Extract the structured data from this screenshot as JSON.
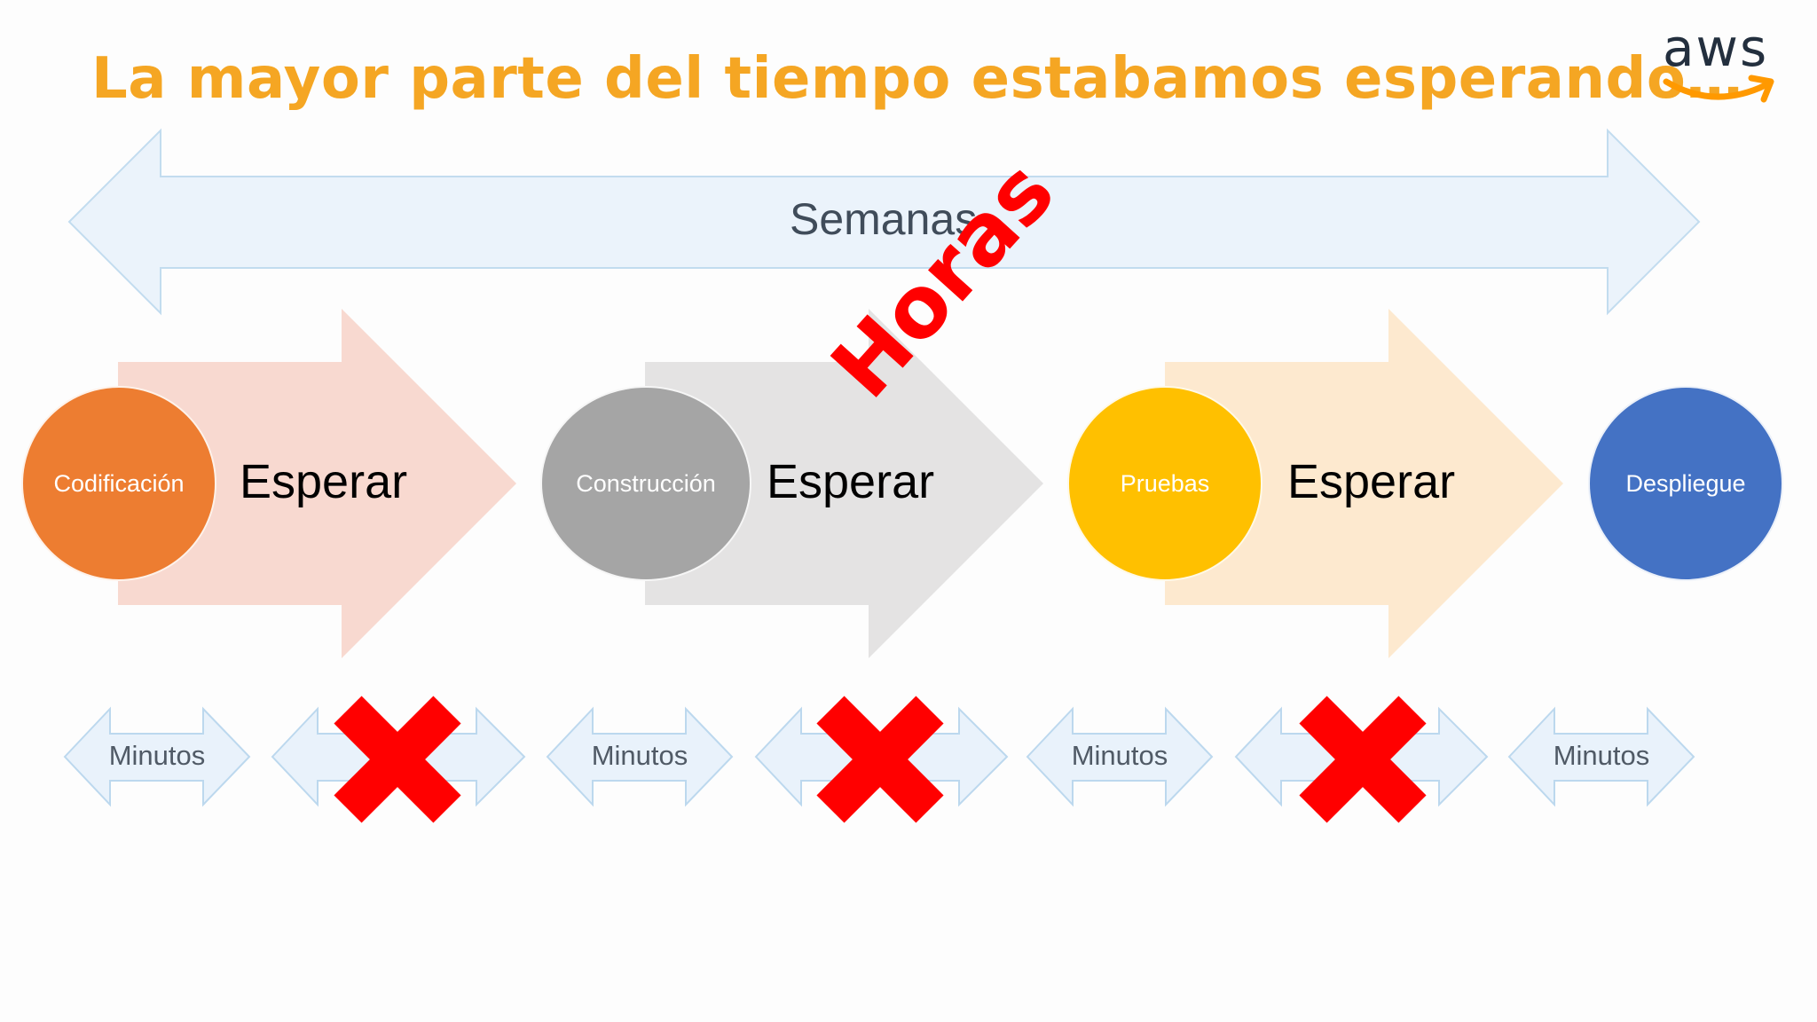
{
  "slide": {
    "title": "La mayor parte del tiempo estabamos esperando…",
    "title_color": "#f5a623",
    "logo_text": "aws",
    "logo_smile_color": "#ff9900"
  },
  "timeline": {
    "span_label": "Semanas",
    "overlay_label": "Horas",
    "overlay_color": "#ff0000"
  },
  "stages": [
    {
      "label": "Codificación",
      "color": "#ed7d31",
      "wait_label": "Esperar",
      "wait_color": "#f8d9d0"
    },
    {
      "label": "Construcción",
      "color": "#a5a5a5",
      "wait_label": "Esperar",
      "wait_color": "#e4e3e3"
    },
    {
      "label": "Pruebas",
      "color": "#ffc000",
      "wait_label": "Esperar",
      "wait_color": "#fde9cf"
    },
    {
      "label": "Despliegue",
      "color": "#4472c4"
    }
  ],
  "durations": [
    {
      "label": "Minutos"
    },
    {
      "crossed": true
    },
    {
      "label": "Minutos"
    },
    {
      "crossed": true
    },
    {
      "label": "Minutos"
    },
    {
      "crossed": true
    },
    {
      "label": "Minutos"
    }
  ]
}
